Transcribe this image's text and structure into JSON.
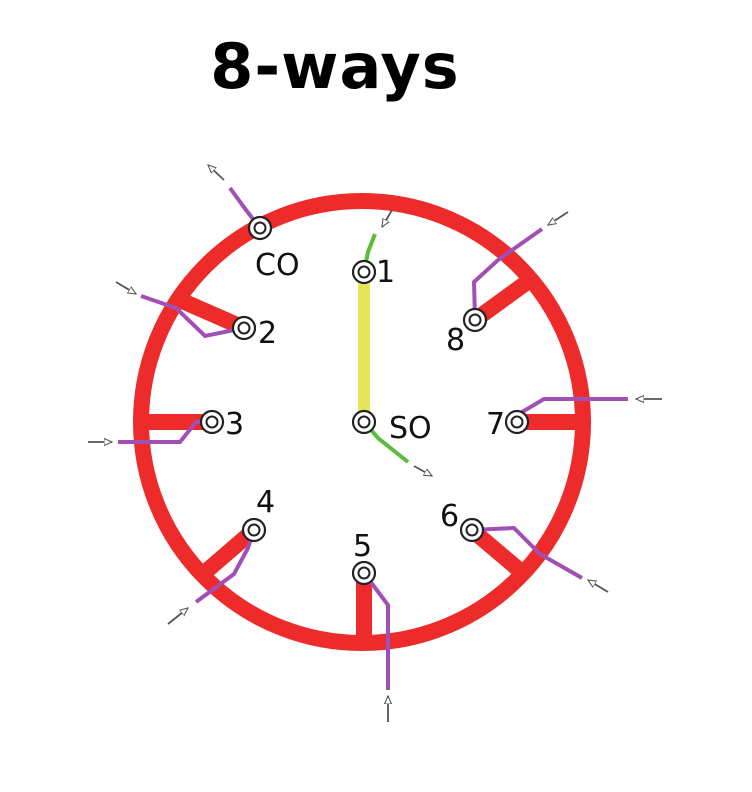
{
  "title": "8-ways",
  "colors": {
    "ring": "#ee2b2b",
    "inlet_pipe": "#a14fb5",
    "common_channel": "#e6e65a",
    "green_pipe": "#5bbd3a",
    "arrow": "#555555"
  },
  "ports": {
    "co": "CO",
    "so": "SO",
    "p1": "1",
    "p2": "2",
    "p3": "3",
    "p4": "4",
    "p5": "5",
    "p6": "6",
    "p7": "7",
    "p8": "8"
  }
}
